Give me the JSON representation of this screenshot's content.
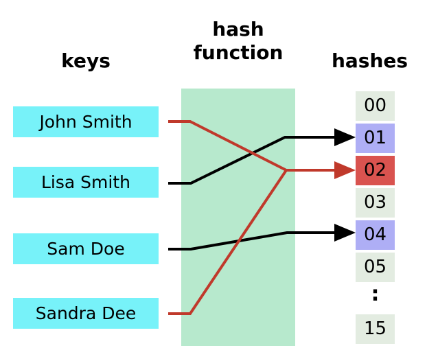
{
  "headings": {
    "keys": "keys",
    "hash_function": "hash\nfunction",
    "hash_function_line1": "hash",
    "hash_function_line2": "function",
    "hashes": "hashes"
  },
  "keys": [
    {
      "label": "John Smith",
      "link_color": "#c0392b"
    },
    {
      "label": "Lisa Smith",
      "link_color": "#000000"
    },
    {
      "label": "Sam Doe",
      "link_color": "#000000"
    },
    {
      "label": "Sandra Dee",
      "link_color": "#c0392b"
    }
  ],
  "hash_slots": [
    {
      "label": "00",
      "color": "#e3ece1",
      "state": "empty"
    },
    {
      "label": "01",
      "color": "#aeaef5",
      "state": "occupied"
    },
    {
      "label": "02",
      "color": "#d9534f",
      "state": "collision"
    },
    {
      "label": "03",
      "color": "#e3ece1",
      "state": "empty"
    },
    {
      "label": "04",
      "color": "#aeaef5",
      "state": "occupied"
    },
    {
      "label": "05",
      "color": "#e3ece1",
      "state": "empty"
    },
    {
      "label": ":",
      "color": "transparent",
      "state": "ellipsis"
    },
    {
      "label": "15",
      "color": "#e3ece1",
      "state": "empty"
    }
  ],
  "mappings": [
    {
      "key": "John Smith",
      "slot": "02",
      "color": "#c0392b"
    },
    {
      "key": "Lisa Smith",
      "slot": "01",
      "color": "#000000"
    },
    {
      "key": "Sam Doe",
      "slot": "04",
      "color": "#000000"
    },
    {
      "key": "Sandra Dee",
      "slot": "02",
      "color": "#c0392b"
    }
  ],
  "colors": {
    "key_box": "#77f2f9",
    "hash_band": "#b7e9cd",
    "slot_empty": "#e3ece1",
    "slot_occupied": "#aeaef5",
    "slot_collision": "#d9534f",
    "arrow_black": "#000000",
    "arrow_red": "#c0392b",
    "background": "#ffffff",
    "text": "#000000"
  }
}
